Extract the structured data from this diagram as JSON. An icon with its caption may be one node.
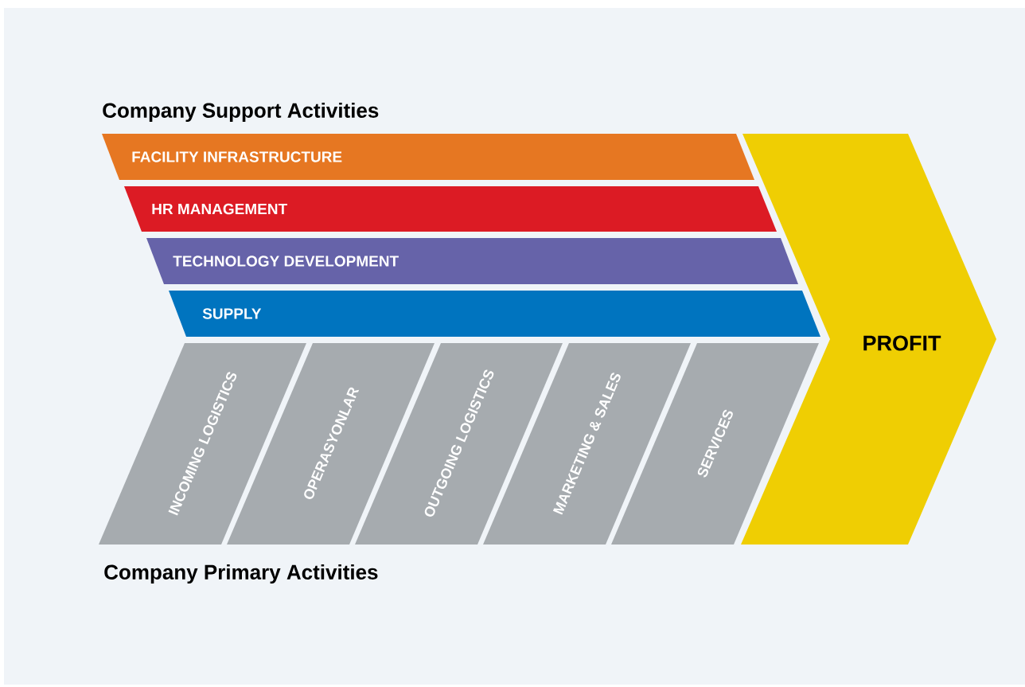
{
  "diagram": {
    "nodes": [
      {
        "text": [
          "FACILITY INFRASTRUCTURE"
        ]
      },
      {
        "text": [
          "HR MANAGEMENT"
        ]
      },
      {
        "text": [
          "TECHNOLOGY DEVELOPMENT"
        ]
      },
      {
        "text": [
          "SUPPLY"
        ]
      },
      {
        "text": [
          "INCOMING LOGISTICS"
        ]
      },
      {
        "text": [
          "OPERASYONLAR"
        ]
      },
      {
        "text": [
          "OUTGOING LOGISTICS"
        ]
      },
      {
        "text": [
          "MARKETING & SALES"
        ]
      },
      {
        "text": [
          "SERVICES"
        ]
      },
      {
        "text": [
          "PROFIT"
        ]
      }
    ],
    "edges": [],
    "labels": [
      "Company Support Activities",
      "Company Primary Activities"
    ]
  }
}
